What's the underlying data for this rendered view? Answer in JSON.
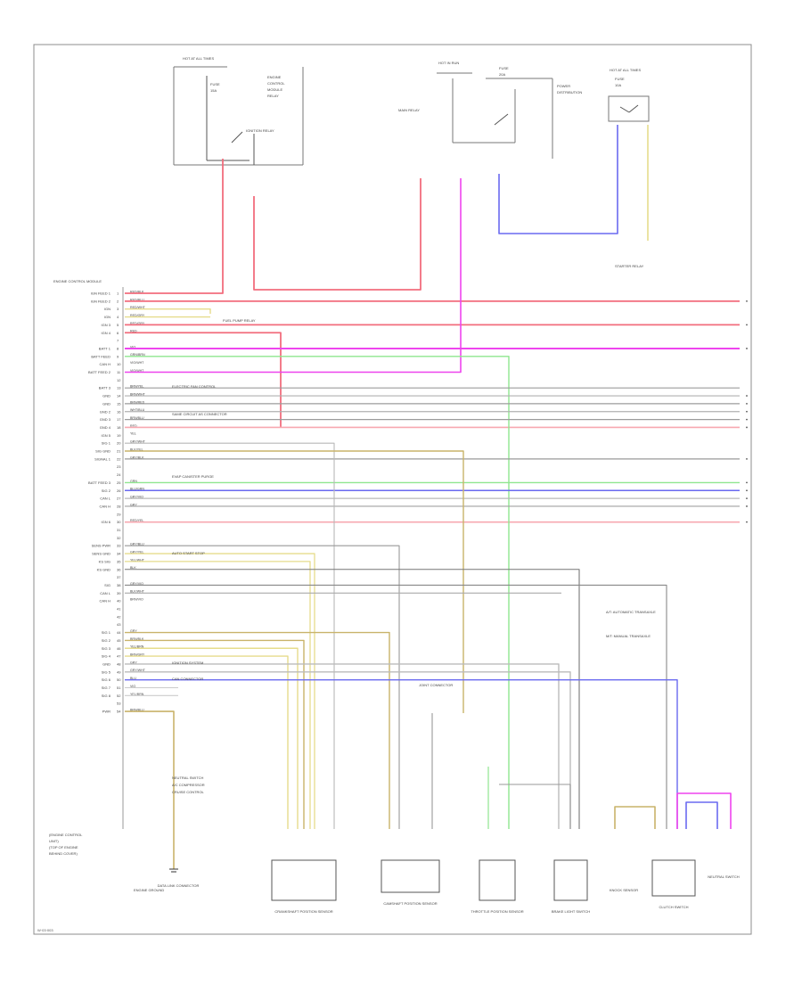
{
  "page": {
    "footer_code": "W·03·003",
    "colors": {
      "red": "#f26d7d",
      "pink": "#f7a8b0",
      "magenta": "#ee44ee",
      "green": "#8fe68f",
      "blue": "#6a6af0",
      "yellow": "#e6dc8c",
      "tan": "#c9b36a",
      "grey": "#8c8c8c",
      "black": "#222222"
    }
  },
  "diagram": {
    "module_label": "ENGINE CONTROL MODULE",
    "module_note_lines": [
      "(ENGINE CONTROL",
      "UNIT)",
      "(TOP OF ENGINE",
      "BEHIND COVER)"
    ],
    "pin_rows": [
      {
        "pin": "1",
        "name": "IGN FEED 1",
        "wire": "RED/BLK"
      },
      {
        "pin": "2",
        "name": "IGN FEED 2",
        "wire": "RED/BLU"
      },
      {
        "pin": "3",
        "name": "IGN",
        "wire": "RED/WHT"
      },
      {
        "pin": "4",
        "name": "IGN",
        "wire": "RED/GRY"
      },
      {
        "pin": "5",
        "name": "IGN 3",
        "wire": "RED/GRY"
      },
      {
        "pin": "6",
        "name": "IGN 4",
        "wire": "RED"
      },
      {
        "pin": "7",
        "name": "",
        "wire": ""
      },
      {
        "pin": "8",
        "name": "BATT 1",
        "wire": "VIO"
      },
      {
        "pin": "9",
        "name": "BATT FEED",
        "wire": "GRN/BRN"
      },
      {
        "pin": "10",
        "name": "CAN H",
        "wire": "VIO/WHT"
      },
      {
        "pin": "11",
        "name": "BATT FEED 2",
        "wire": "VIO/WHT"
      },
      {
        "pin": "12",
        "name": "",
        "wire": ""
      },
      {
        "pin": "13",
        "name": "BATT 3",
        "wire": "BRN/YEL"
      },
      {
        "pin": "14",
        "name": "GND",
        "wire": "BRN/WHT"
      },
      {
        "pin": "15",
        "name": "GND",
        "wire": "BRN/RED"
      },
      {
        "pin": "16",
        "name": "GND 2",
        "wire": "WHT/BLU"
      },
      {
        "pin": "17",
        "name": "GND 3",
        "wire": "BRN/BLU"
      },
      {
        "pin": "18",
        "name": "GND 4",
        "wire": "RED"
      },
      {
        "pin": "19",
        "name": "IGN 5",
        "wire": "YEL"
      },
      {
        "pin": "20",
        "name": "SIG 1",
        "wire": "GRY/WHT"
      },
      {
        "pin": "21",
        "name": "SIG GND",
        "wire": "BLK/YEL"
      },
      {
        "pin": "22",
        "name": "SIGNAL 1",
        "wire": "GRY/BLK"
      },
      {
        "pin": "23",
        "name": "",
        "wire": ""
      },
      {
        "pin": "24",
        "name": "",
        "wire": ""
      },
      {
        "pin": "25",
        "name": "BATT FEED 3",
        "wire": "GRN"
      },
      {
        "pin": "26",
        "name": "SIG 2",
        "wire": "BLU/GRN"
      },
      {
        "pin": "27",
        "name": "CAN L",
        "wire": "GRY/VIO"
      },
      {
        "pin": "28",
        "name": "CAN H",
        "wire": "GRY"
      },
      {
        "pin": "29",
        "name": "",
        "wire": ""
      },
      {
        "pin": "30",
        "name": "IGN 6",
        "wire": "RED/YEL"
      },
      {
        "pin": "31",
        "name": "",
        "wire": ""
      },
      {
        "pin": "32",
        "name": "",
        "wire": ""
      },
      {
        "pin": "33",
        "name": "SENS PWR",
        "wire": "GRY/BLU"
      },
      {
        "pin": "34",
        "name": "SENS GND",
        "wire": "GRY/YEL"
      },
      {
        "pin": "35",
        "name": "KS SIG",
        "wire": "YEL/WHT"
      },
      {
        "pin": "36",
        "name": "KS GND",
        "wire": "BLK"
      },
      {
        "pin": "37",
        "name": "",
        "wire": ""
      },
      {
        "pin": "38",
        "name": "SIG",
        "wire": "GRY/VIO"
      },
      {
        "pin": "39",
        "name": "CAN L",
        "wire": "BLK/WHT"
      },
      {
        "pin": "40",
        "name": "CAN H",
        "wire": "BRN/VIO"
      },
      {
        "pin": "41",
        "name": "",
        "wire": ""
      },
      {
        "pin": "42",
        "name": "",
        "wire": ""
      },
      {
        "pin": "43",
        "name": "",
        "wire": ""
      },
      {
        "pin": "44",
        "name": "SIG 1",
        "wire": "GRY"
      },
      {
        "pin": "45",
        "name": "SIG 2",
        "wire": "BRN/BLK"
      },
      {
        "pin": "46",
        "name": "SIG 3",
        "wire": "YEL/BRN"
      },
      {
        "pin": "47",
        "name": "SIG 4",
        "wire": "BRN/GRY"
      },
      {
        "pin": "48",
        "name": "GND",
        "wire": "GRY"
      },
      {
        "pin": "49",
        "name": "SIG 5",
        "wire": "GRY/WHT"
      },
      {
        "pin": "50",
        "name": "SIG 6",
        "wire": "BLU"
      },
      {
        "pin": "51",
        "name": "SIG 7",
        "wire": "VIO"
      },
      {
        "pin": "52",
        "name": "SIG 8",
        "wire": "YEL/BRN"
      },
      {
        "pin": "53",
        "name": "",
        "wire": ""
      },
      {
        "pin": "54",
        "name": "PWR",
        "wire": "BRN/BLU"
      }
    ],
    "pin_notes": [
      "FUEL PUMP RELAY",
      "ELECTRIC FAN CONTROL",
      "SAME CIRCUIT AS CONNECTOR",
      "EVAP CANISTER PURGE",
      "AUTO START STOP",
      "IGNITION SYSTEM",
      "CAN CONNECTOR",
      "NEUTRAL SWITCH",
      "A/C COMPRESSOR",
      "CRUISE CONTROL"
    ],
    "top_components": [
      {
        "title": "HOT AT ALL TIMES",
        "lines": [
          "FUSE",
          "15A",
          "ENGINE",
          "CONTROL",
          "MODULE",
          "RELAY"
        ],
        "subtitle": "IGNITION RELAY"
      },
      {
        "title": "HOT IN RUN",
        "lines": [
          "FUSE",
          "20A",
          "POWER",
          "DISTRIBUTION"
        ],
        "subtitle": "MAIN RELAY"
      },
      {
        "title": "HOT AT ALL TIMES",
        "lines": [
          "FUSE",
          "10A"
        ],
        "subtitle": "STARTER RELAY"
      }
    ],
    "right_notes": [
      "A/T: AUTOMATIC TRANSAXLE",
      "M/T: MANUAL TRANSAXLE"
    ],
    "bottom_components": [
      "CRANKSHAFT POSITION SENSOR",
      "CAMSHAFT POSITION SENSOR",
      "THROTTLE POSITION SENSOR",
      "KNOCK SENSOR",
      "BRAKE LIGHT SWITCH",
      "CLUTCH SWITCH",
      "NEUTRAL SWITCH",
      "DATA LINK CONNECTOR"
    ],
    "splice_labels": [
      "JOINT CONNECTOR",
      "ENGINE GROUND"
    ]
  }
}
